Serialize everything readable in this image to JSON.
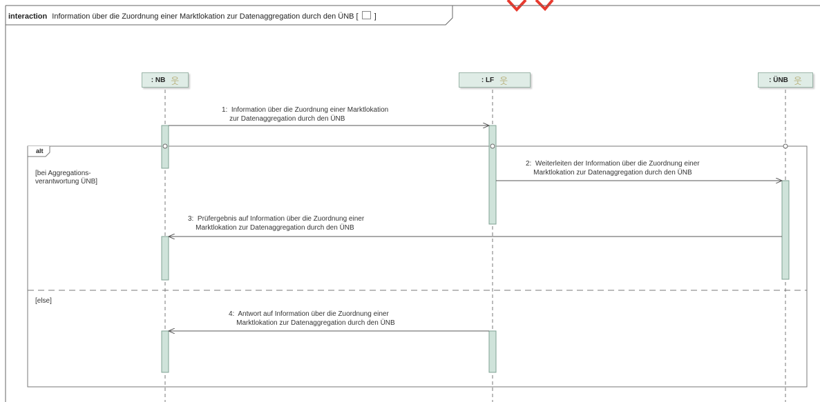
{
  "frame": {
    "keyword": "interaction",
    "title": "Information über die Zuordnung einer Marktlokation zur Datenaggregation durch den ÜNB [",
    "title_end": "]"
  },
  "participants": [
    {
      "label": ": NB",
      "actor_icon": "actor-icon"
    },
    {
      "label": ": LF",
      "actor_icon": "actor-icon"
    },
    {
      "label": ": ÜNB",
      "actor_icon": "actor-icon"
    }
  ],
  "messages": [
    {
      "text": "1:  Information über die Zuordnung einer Marktlokation\n    zur Datenaggregation durch den ÜNB"
    },
    {
      "text": "2:  Weiterleiten der Information über die Zuordnung einer\n    Marktlokation zur Datenaggregation durch den ÜNB"
    },
    {
      "text": "3:  Prüfergebnis auf Information über die Zuordnung einer\n    Marktlokation zur Datenaggregation durch den ÜNB"
    },
    {
      "text": "4:  Antwort auf Information über die Zuordnung einer\n    Marktlokation zur Datenaggregation durch den ÜNB"
    }
  ],
  "fragment": {
    "operator": "alt",
    "guard_1": "[bei Aggregations-\nverantwortung ÜNB]",
    "guard_2": "[else]"
  },
  "colors": {
    "participant_fill": "#dfece6",
    "activation_fill": "#cfe3da",
    "line": "#555555",
    "accent_red": "#e83a2f"
  }
}
